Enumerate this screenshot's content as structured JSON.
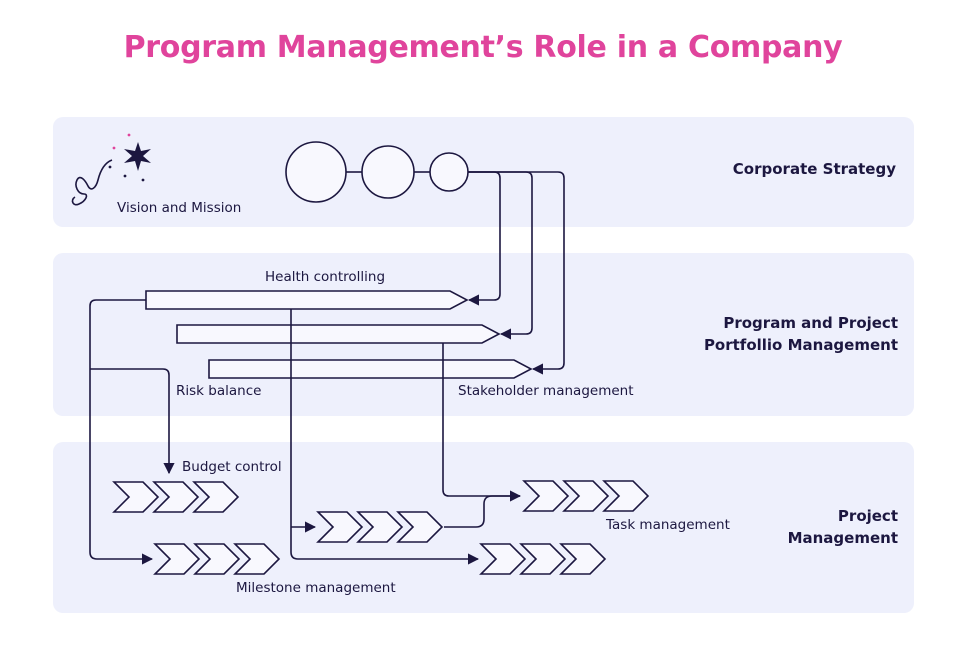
{
  "title": "Program Management’s Role in a Company",
  "bands": {
    "corporate_strategy": {
      "heading": "Corporate Strategy"
    },
    "program_portfolio": {
      "heading_line1": "Program and Project",
      "heading_line2": "Portfollio Management"
    },
    "project_management": {
      "heading_line1": "Project",
      "heading_line2": "Management"
    }
  },
  "labels": {
    "vision_mission": "Vision and Mission",
    "health_controlling": "Health controlling",
    "risk_balance": "Risk balance",
    "stakeholder_management": "Stakeholder management",
    "budget_control": "Budget control",
    "task_management": "Task management",
    "milestone_management": "Milestone management"
  },
  "colors": {
    "title": "#e0449c",
    "band": "#eef0fc",
    "ink": "#1c1740",
    "shape_fill": "#f8f8fe"
  }
}
